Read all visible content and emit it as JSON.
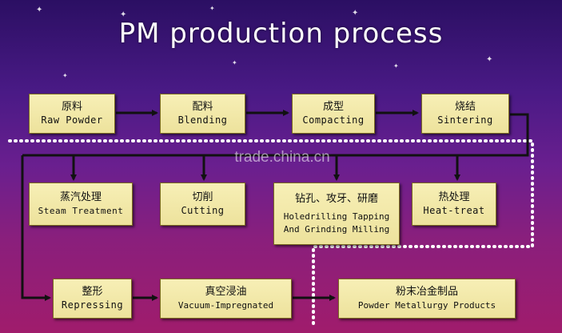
{
  "title": "PM production process",
  "watermark": "trade.china.cn",
  "steps": [
    {
      "cn": "原料",
      "en": "Raw Powder"
    },
    {
      "cn": "配料",
      "en": "Blending"
    },
    {
      "cn": "成型",
      "en": "Compacting"
    },
    {
      "cn": "烧结",
      "en": "Sintering"
    },
    {
      "cn": "蒸汽处理",
      "en": "Steam Treatment"
    },
    {
      "cn": "切削",
      "en": "Cutting"
    },
    {
      "cn": "钻孔、攻牙、研磨",
      "en": "Holedrilling Tapping",
      "en2": "And Grinding Milling"
    },
    {
      "cn": "热处理",
      "en": "Heat-treat"
    },
    {
      "cn": "整形",
      "en": "Repressing"
    },
    {
      "cn": "真空浸油",
      "en": "Vacuum-Impregnated"
    },
    {
      "cn": "粉末冶金制品",
      "en": "Powder Metallurgy Products"
    }
  ],
  "colors": {
    "box": "#f3eaa8",
    "arrow": "#111111",
    "dotted_line": "#ffffff"
  }
}
